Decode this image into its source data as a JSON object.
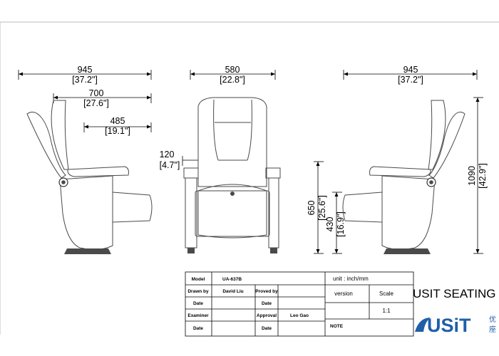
{
  "dimensions": {
    "side_left": [
      {
        "mm": "945",
        "inch": "[37.2\"]"
      },
      {
        "mm": "700",
        "inch": "[27.6\"]"
      },
      {
        "mm": "485",
        "inch": "[19.1\"]"
      }
    ],
    "front": {
      "width": {
        "mm": "580",
        "inch": "[22.8\"]"
      },
      "armrest": {
        "mm": "120",
        "inch": "[4.7\"]"
      }
    },
    "side_right": {
      "depth": {
        "mm": "945",
        "inch": "[37.2\"]"
      },
      "arm_height": {
        "mm": "650",
        "inch": "[25.6\"]"
      },
      "seat_height": {
        "mm": "430",
        "inch": "[16.9\"]"
      },
      "total_height": {
        "mm": "1090",
        "inch": "[42.9\"]"
      }
    }
  },
  "title_block": {
    "model_label": "Model",
    "model_value": "UA-637B",
    "drawn_by_label": "Drawn by",
    "drawn_by_value": "David Liu",
    "proved_by_label": "Proved by",
    "date_label_1": "Date",
    "date_label_2": "Date",
    "date_label_3": "Date",
    "date_label_4": "Date",
    "examiner_label": "Examiner",
    "approval_label": "Approval",
    "approval_value": "Leo Gao",
    "unit": "unit : inch/mm",
    "version_label": "version",
    "scale_label": "Scale",
    "scale_value": "1:1",
    "note_label": "NOTE"
  },
  "brand": {
    "name": "USIT SEATING",
    "logo_text": "USiT",
    "logo_color": "#1f5fa8"
  }
}
